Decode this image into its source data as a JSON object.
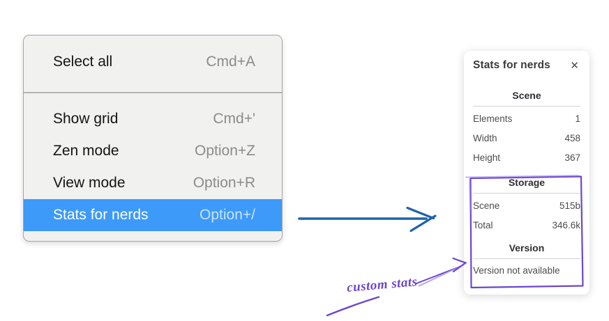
{
  "context_menu": {
    "groups": [
      {
        "items": [
          {
            "label": "Select all",
            "shortcut": "Cmd+A"
          }
        ]
      },
      {
        "items": [
          {
            "label": "Show grid",
            "shortcut": "Cmd+'"
          },
          {
            "label": "Zen mode",
            "shortcut": "Option+Z"
          },
          {
            "label": "View mode",
            "shortcut": "Option+R"
          },
          {
            "label": "Stats for nerds",
            "shortcut": "Option+/",
            "highlighted": true
          }
        ]
      }
    ]
  },
  "stats_panel": {
    "title": "Stats for nerds",
    "close_icon": "✕",
    "sections": [
      {
        "heading": "Scene",
        "rows": [
          [
            "Elements",
            "1"
          ],
          [
            "Width",
            "458"
          ],
          [
            "Height",
            "367"
          ]
        ]
      },
      {
        "heading": "Storage",
        "rows": [
          [
            "Scene",
            "515b"
          ],
          [
            "Total",
            "346.6k"
          ]
        ],
        "boxed": true
      },
      {
        "heading": "Version",
        "rows": [],
        "note": "Version not available",
        "boxed": true
      }
    ]
  },
  "annotation": {
    "label": "custom stats"
  },
  "colors": {
    "menu_highlight": "#3d9af8",
    "arrow_blue": "#1e63a8",
    "annotation_purple": "#6b46cf",
    "annotation_purple_light": "#a78ff0"
  }
}
